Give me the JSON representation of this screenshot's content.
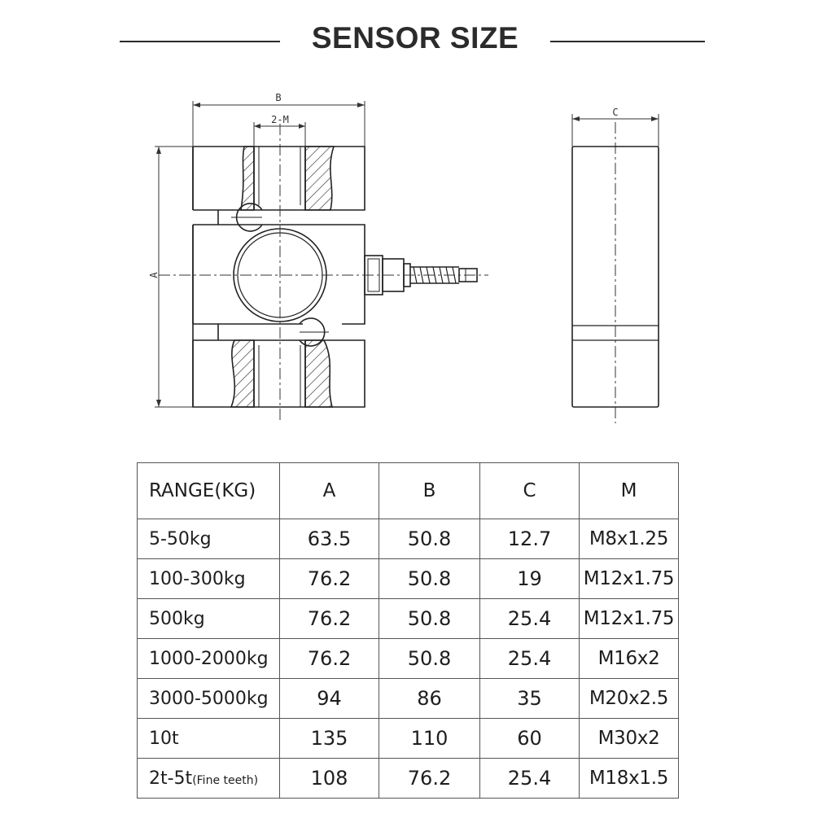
{
  "title": "SENSOR SIZE",
  "diagram": {
    "dim_labels": {
      "b": "B",
      "two_m": "2-M",
      "a": "A",
      "c": "C"
    }
  },
  "table": {
    "headers": [
      "RANGE(KG)",
      "A",
      "B",
      "C",
      "M"
    ],
    "rows": [
      {
        "range": "5-50kg",
        "note": "",
        "a": "63.5",
        "b": "50.8",
        "c": "12.7",
        "m": "M8x1.25"
      },
      {
        "range": "100-300kg",
        "note": "",
        "a": "76.2",
        "b": "50.8",
        "c": "19",
        "m": "M12x1.75"
      },
      {
        "range": "500kg",
        "note": "",
        "a": "76.2",
        "b": "50.8",
        "c": "25.4",
        "m": "M12x1.75"
      },
      {
        "range": "1000-2000kg",
        "note": "",
        "a": "76.2",
        "b": "50.8",
        "c": "25.4",
        "m": "M16x2"
      },
      {
        "range": "3000-5000kg",
        "note": "",
        "a": "94",
        "b": "86",
        "c": "35",
        "m": "M20x2.5"
      },
      {
        "range": "10t",
        "note": "",
        "a": "135",
        "b": "110",
        "c": "60",
        "m": "M30x2"
      },
      {
        "range": "2t-5t",
        "note": "(Fine teeth)",
        "a": "108",
        "b": "76.2",
        "c": "25.4",
        "m": "M18x1.5"
      }
    ]
  }
}
